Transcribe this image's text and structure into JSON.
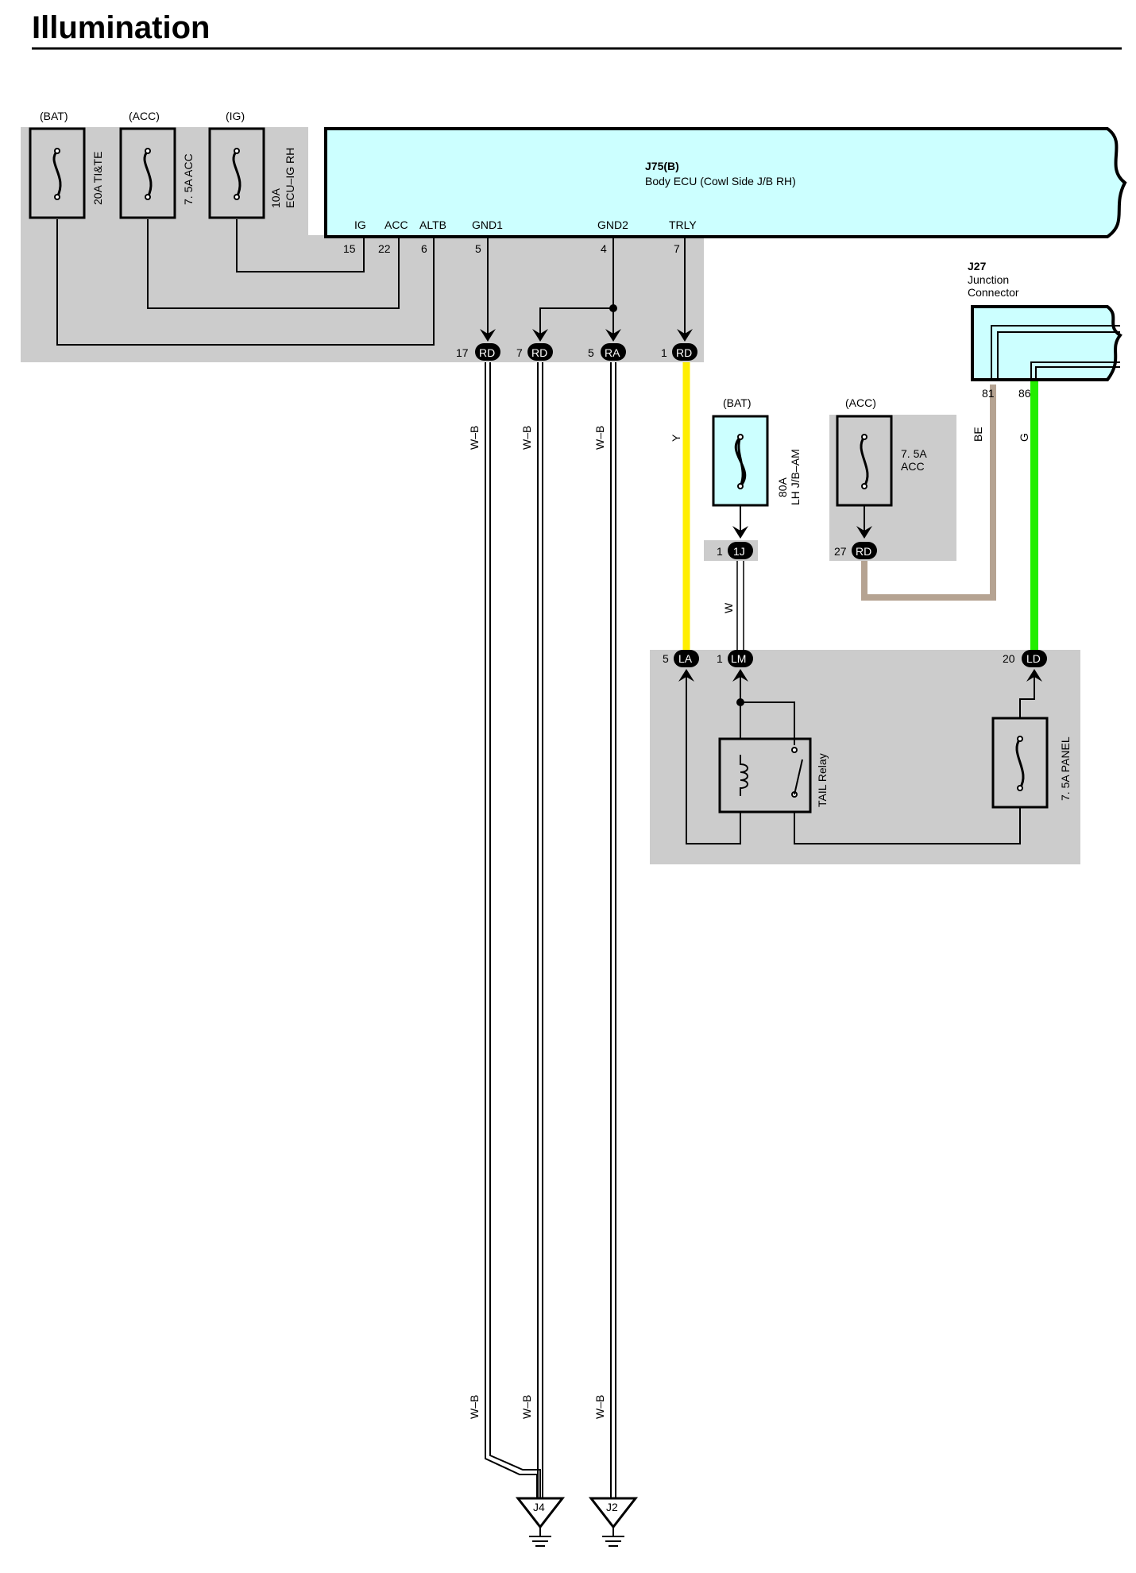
{
  "title": "Illumination",
  "colors": {
    "ecu_fill": "#ccffff",
    "junction_fill": "#ccffff",
    "shade": "#cccccc",
    "wire_yellow": "#ffee00",
    "wire_green": "#22ee00",
    "wire_beige": "#b5a392"
  },
  "fuses_top": [
    {
      "source": "(BAT)",
      "rating": "20A TI&TE"
    },
    {
      "source": "(ACC)",
      "rating": "7. 5A ACC"
    },
    {
      "source": "(IG)",
      "rating_line1": "10A",
      "rating_line2": "ECU–IG RH"
    }
  ],
  "ecu": {
    "code": "J75(B)",
    "name": "Body ECU (Cowl Side J/B RH)",
    "terminals": [
      {
        "name": "IG",
        "pin": "15"
      },
      {
        "name": "ACC",
        "pin": "22"
      },
      {
        "name": "ALTB",
        "pin": "6"
      },
      {
        "name": "GND1",
        "pin": "5"
      },
      {
        "name": "GND2",
        "pin": "4"
      },
      {
        "name": "TRLY",
        "pin": "7"
      }
    ]
  },
  "ecu_connectors": [
    {
      "num": "17",
      "code": "RD"
    },
    {
      "num": "7",
      "code": "RD"
    },
    {
      "num": "5",
      "code": "RA"
    },
    {
      "num": "1",
      "code": "RD"
    }
  ],
  "junction": {
    "code": "J27",
    "name_line1": "Junction",
    "name_line2": "Connector",
    "pin_a": "81",
    "pin_b": "86"
  },
  "fuse_80a": {
    "source": "(BAT)",
    "rating_line1": "80A",
    "rating_line2": "LH J/B–AM",
    "conn_num": "1",
    "conn_code": "1J"
  },
  "fuse_acc2": {
    "source": "(ACC)",
    "rating_line1": "7. 5A",
    "rating_line2": "ACC",
    "conn_num": "27",
    "conn_code": "RD"
  },
  "lh_jb": {
    "connectors": [
      {
        "num": "5",
        "code": "LA"
      },
      {
        "num": "1",
        "code": "LM"
      },
      {
        "num": "20",
        "code": "LD"
      }
    ],
    "relay_label": "TAIL Relay",
    "fuse_label": "7. 5A PANEL"
  },
  "wire_labels": {
    "wb": "W–B",
    "y": "Y",
    "w": "W",
    "be": "BE",
    "g": "G"
  },
  "grounds": [
    "J4",
    "J2"
  ]
}
